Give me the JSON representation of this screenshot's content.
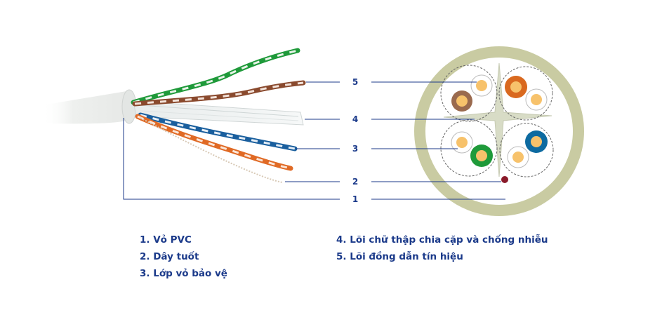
{
  "colors": {
    "accent_text": "#1b3a8a",
    "leader_line": "#1b3a8a",
    "jacket": "#c9cba2",
    "core_fill": "#f7c26b",
    "pair_orange": "#d9691f",
    "pair_brown": "#9a6a4e",
    "pair_green": "#1f9a3a",
    "pair_blue": "#0d6aa0",
    "drain_wire": "#8a1a2a"
  },
  "callouts": [
    {
      "id": "5",
      "label": "5"
    },
    {
      "id": "4",
      "label": "4"
    },
    {
      "id": "3",
      "label": "3"
    },
    {
      "id": "2",
      "label": "2"
    },
    {
      "id": "1",
      "label": "1"
    }
  ],
  "legend": {
    "left": [
      "1. Vỏ PVC",
      "2. Dây tuốt",
      "3. Lớp vỏ bảo vệ"
    ],
    "right": [
      "4. Lõi chữ thập chia cặp và chống nhiễu",
      "5. Lõi đồng dẫn tín hiệu"
    ]
  }
}
